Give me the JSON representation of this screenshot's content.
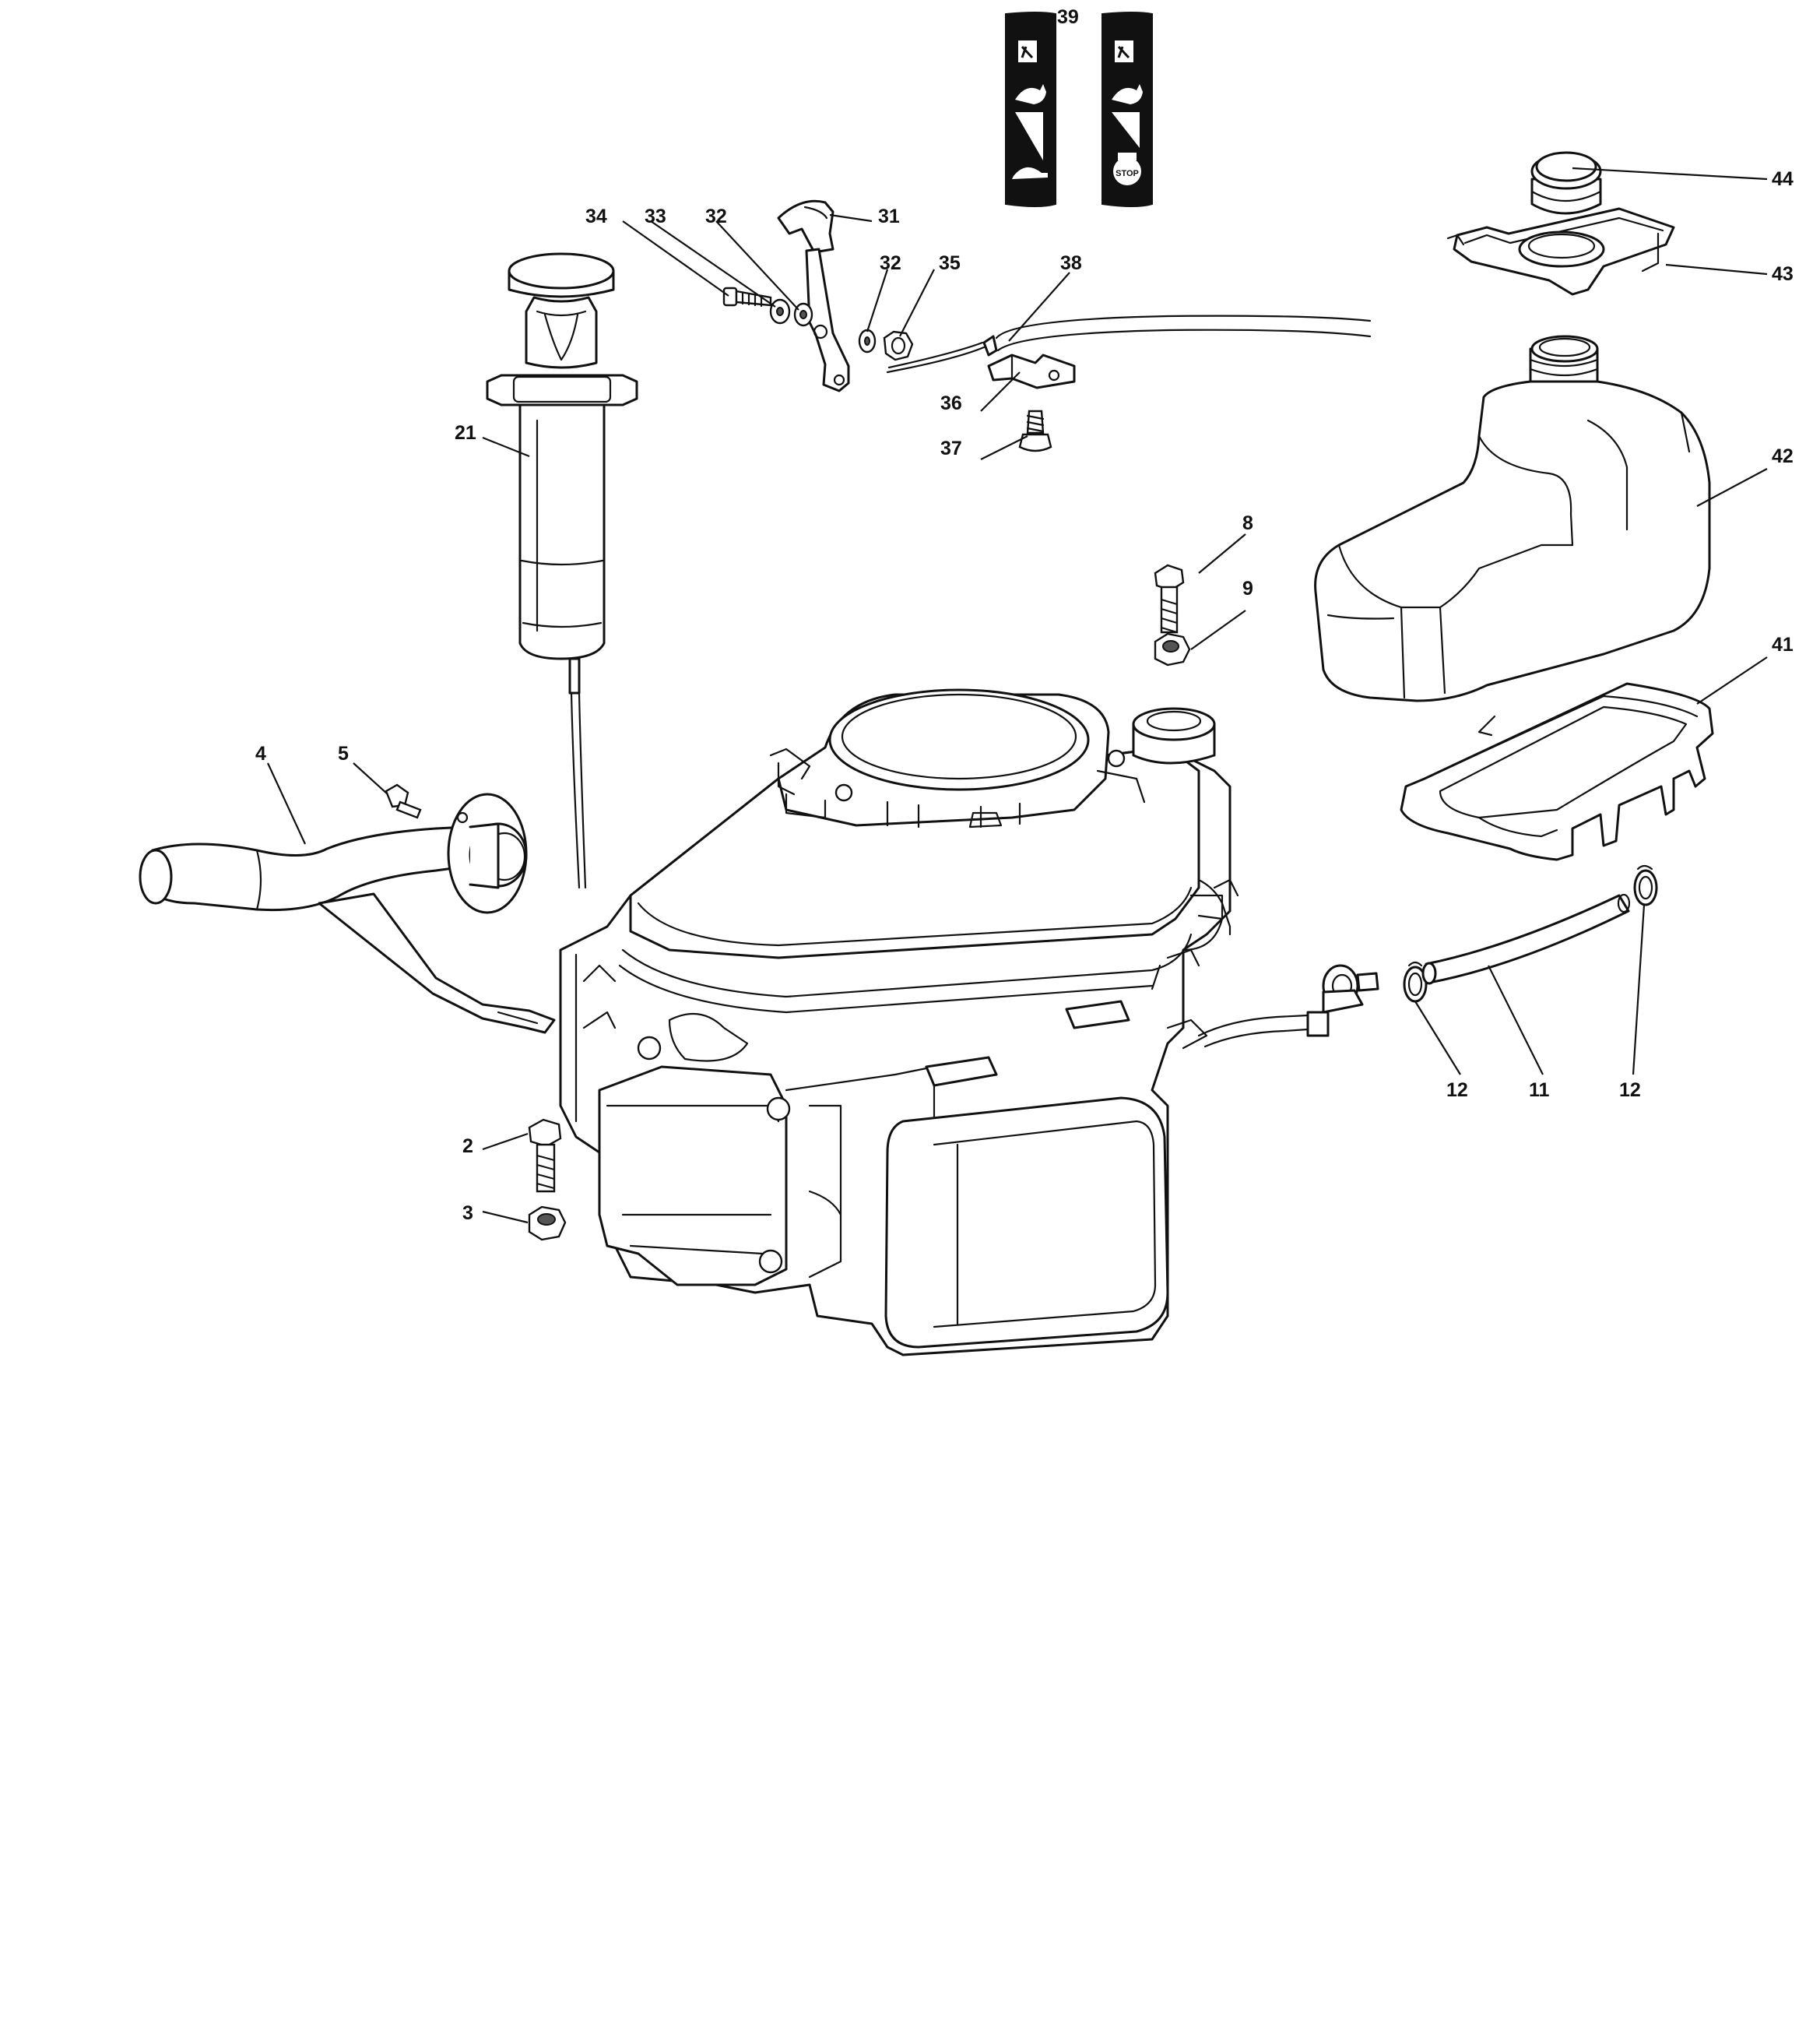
{
  "callouts": [
    {
      "id": "39",
      "label": "39"
    },
    {
      "id": "44",
      "label": "44"
    },
    {
      "id": "43",
      "label": "43"
    },
    {
      "id": "34",
      "label": "34"
    },
    {
      "id": "33",
      "label": "33"
    },
    {
      "id": "32a",
      "label": "32"
    },
    {
      "id": "31",
      "label": "31"
    },
    {
      "id": "32b",
      "label": "32"
    },
    {
      "id": "35",
      "label": "35"
    },
    {
      "id": "38",
      "label": "38"
    },
    {
      "id": "36",
      "label": "36"
    },
    {
      "id": "37",
      "label": "37"
    },
    {
      "id": "21",
      "label": "21"
    },
    {
      "id": "42",
      "label": "42"
    },
    {
      "id": "8",
      "label": "8"
    },
    {
      "id": "9",
      "label": "9"
    },
    {
      "id": "41",
      "label": "41"
    },
    {
      "id": "4",
      "label": "4"
    },
    {
      "id": "5",
      "label": "5"
    },
    {
      "id": "12a",
      "label": "12"
    },
    {
      "id": "11",
      "label": "11"
    },
    {
      "id": "12b",
      "label": "12"
    },
    {
      "id": "2",
      "label": "2"
    },
    {
      "id": "3",
      "label": "3"
    }
  ],
  "decals": {
    "decal_a": {
      "speed_icons": [
        "choke-icon",
        "rabbit-icon",
        "throttle-wedge-icon",
        "turtle-icon"
      ]
    },
    "decal_b": {
      "speed_icons": [
        "choke-icon",
        "rabbit-icon",
        "throttle-wedge-icon",
        "stop-icon"
      ],
      "stop_text": "STOP"
    }
  }
}
